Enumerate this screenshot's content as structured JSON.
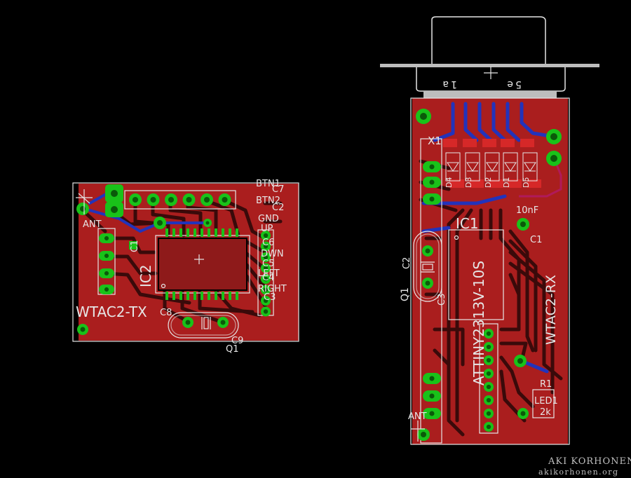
{
  "colors": {
    "background": "#000000",
    "board": "#aa1e1e",
    "trace_top": "#3a0a0a",
    "trace_bottom": "#2233bb",
    "pad": "#19c219",
    "pad_hole": "#0a5a0a",
    "silkscreen": "#e6e6e6",
    "trace_ratsnest": "#b01a5a"
  },
  "tx_board": {
    "name_label": "WTAC2-TX",
    "ic_label": "IC2",
    "cap_label": "C1",
    "crystal_label": "Q1",
    "ant_label": "ANT",
    "connector_labels": [
      "BTN1",
      "C7",
      "BTN2",
      "C2",
      "GND",
      "UP",
      "C6",
      "DWN",
      "C5",
      "LEFT",
      "C4",
      "RIGHT",
      "C3"
    ],
    "crystal_caps": [
      "C8",
      "C9"
    ]
  },
  "rx_board": {
    "name_label": "WTAC2-RX",
    "connector_pins": [
      "1",
      "5"
    ],
    "header_label": "X1",
    "diode_labels": [
      "D4",
      "D3",
      "D2",
      "D1",
      "D5"
    ],
    "ic_label": "IC1",
    "ic_part": "ATTINY2313V-10S",
    "cap_value": "10nF",
    "cap_label": "C1",
    "cap2_label": "C2",
    "cap3_label": "C3",
    "crystal_label": "Q1",
    "resistor_label": "R1",
    "led_label": "LED1",
    "resistor_value": "2k",
    "ant_label": "ANT"
  },
  "credit": {
    "name": "AKI KORHONEN",
    "site": "akikorhonen.org"
  }
}
